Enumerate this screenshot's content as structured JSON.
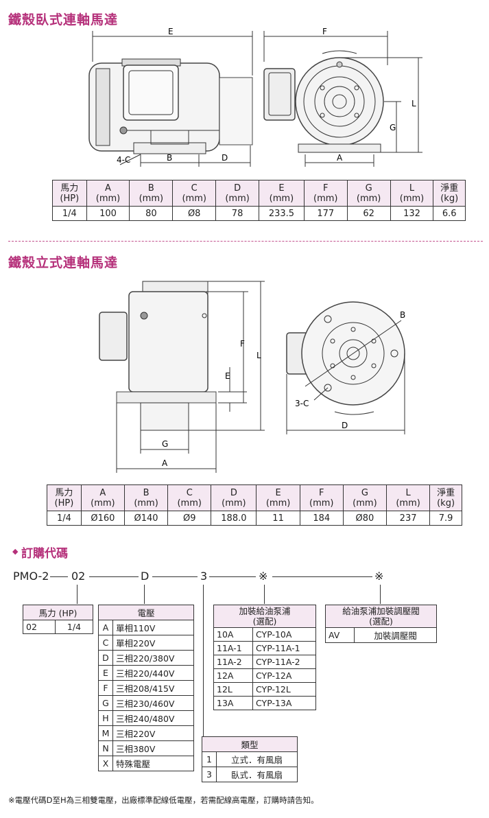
{
  "sections": {
    "horizontal_title": "鐵殼臥式連軸馬達",
    "vertical_title": "鐵殼立式連軸馬達",
    "order_title": "訂購代碼"
  },
  "diagram1_labels": {
    "E": "E",
    "F": "F",
    "L": "L",
    "G": "G",
    "C4": "4-C",
    "B": "B",
    "D": "D",
    "A": "A"
  },
  "diagram2_labels": {
    "B": "B",
    "F": "F",
    "L": "L",
    "E": "E",
    "G": "G",
    "A": "A",
    "C3": "3-C",
    "D": "D"
  },
  "table1": {
    "headers": [
      [
        "馬力",
        "(HP)"
      ],
      [
        "A",
        "(mm)"
      ],
      [
        "B",
        "(mm)"
      ],
      [
        "C",
        "(mm)"
      ],
      [
        "D",
        "(mm)"
      ],
      [
        "E",
        "(mm)"
      ],
      [
        "F",
        "(mm)"
      ],
      [
        "G",
        "(mm)"
      ],
      [
        "L",
        "(mm)"
      ],
      [
        "淨重",
        "(kg)"
      ]
    ],
    "row": [
      "1/4",
      "100",
      "80",
      "Ø8",
      "78",
      "233.5",
      "177",
      "62",
      "132",
      "6.6"
    ]
  },
  "table2": {
    "headers": [
      [
        "馬力",
        "(HP)"
      ],
      [
        "A",
        "(mm)"
      ],
      [
        "B",
        "(mm)"
      ],
      [
        "C",
        "(mm)"
      ],
      [
        "D",
        "(mm)"
      ],
      [
        "E",
        "(mm)"
      ],
      [
        "F",
        "(mm)"
      ],
      [
        "G",
        "(mm)"
      ],
      [
        "L",
        "(mm)"
      ],
      [
        "淨重",
        "(kg)"
      ]
    ],
    "row": [
      "1/4",
      "Ø160",
      "Ø140",
      "Ø9",
      "188.0",
      "11",
      "184",
      "Ø80",
      "237",
      "7.9"
    ]
  },
  "order": {
    "p1": "PMO-2",
    "p2": "02",
    "p3": "D",
    "p4": "3",
    "p5": "※",
    "p6": "※",
    "hp": {
      "title": "馬力 (HP)",
      "rows": [
        [
          "02",
          "1/4"
        ]
      ]
    },
    "voltage": {
      "title": "電壓",
      "rows": [
        [
          "A",
          "單相110V"
        ],
        [
          "C",
          "單相220V"
        ],
        [
          "D",
          "三相220/380V"
        ],
        [
          "E",
          "三相220/440V"
        ],
        [
          "F",
          "三相208/415V"
        ],
        [
          "G",
          "三相230/460V"
        ],
        [
          "H",
          "三相240/480V"
        ],
        [
          "M",
          "三相220V"
        ],
        [
          "N",
          "三相380V"
        ],
        [
          "X",
          "特殊電壓"
        ]
      ]
    },
    "pump": {
      "title1": "加裝給油泵浦",
      "title2": "(選配)",
      "rows": [
        [
          "10A",
          "CYP-10A"
        ],
        [
          "11A-1",
          "CYP-11A-1"
        ],
        [
          "11A-2",
          "CYP-11A-2"
        ],
        [
          "12A",
          "CYP-12A"
        ],
        [
          "12L",
          "CYP-12L"
        ],
        [
          "13A",
          "CYP-13A"
        ]
      ]
    },
    "valve": {
      "title1": "給油泵浦加裝調壓閥",
      "title2": "(選配)",
      "rows": [
        [
          "AV",
          "加裝調壓閥"
        ]
      ]
    },
    "type": {
      "title": "類型",
      "rows": [
        [
          "1",
          "立式．有風扇"
        ],
        [
          "3",
          "臥式．有風扇"
        ]
      ]
    }
  },
  "footnote": "※電壓代碼D至H為三相雙電壓，出廠標準配線低電壓，若需配線高電壓，訂購時請告知。"
}
